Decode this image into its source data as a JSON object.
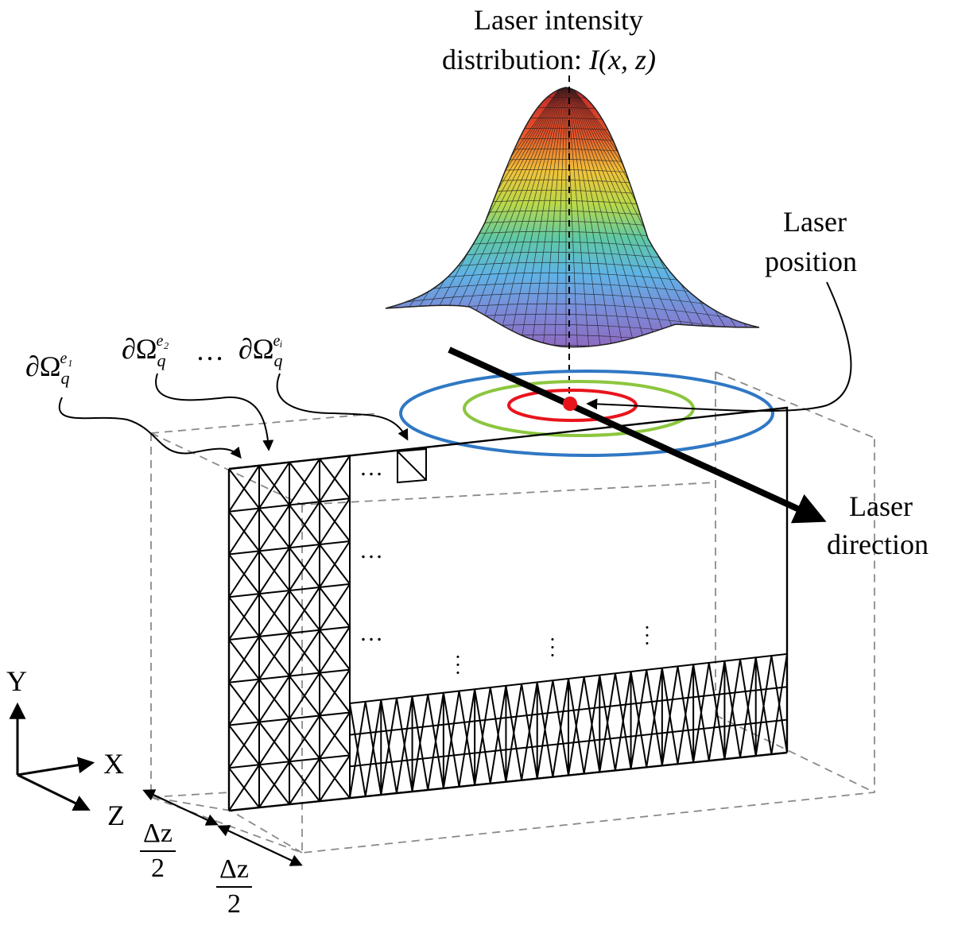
{
  "title": {
    "line1": "Laser intensity",
    "line2_prefix": "distribution: ",
    "line2_formula": "I(x, z)"
  },
  "labels": {
    "laser_position_1": "Laser",
    "laser_position_2": "position",
    "laser_direction_1": "Laser",
    "laser_direction_2": "direction",
    "axis_y": "Y",
    "axis_x": "X",
    "axis_z": "Z",
    "dz_num": "Δz",
    "dz_den": "2",
    "boundary_symbol": "∂Ω",
    "boundary_sub": "q",
    "boundary_sup_1": "e₁",
    "boundary_sup_2": "e₂",
    "boundary_sup_i": "eᵢ",
    "ellipsis": "…"
  },
  "colors": {
    "ring_inner": "#e8141c",
    "ring_middle": "#8cc63f",
    "ring_outer": "#2f78c4",
    "laser_point": "#e8141c",
    "mesh": "#000000",
    "dashed_box": "#808080"
  }
}
